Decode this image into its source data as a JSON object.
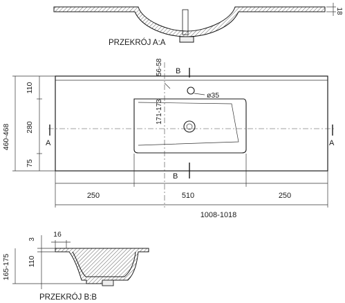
{
  "section_aa": {
    "title": "PRZEKRÓJ A:A",
    "thickness": "18"
  },
  "plan": {
    "top_margin_label": "56-58",
    "marker_b": "B",
    "marker_a": "A",
    "hole_diameter": "ø35",
    "bowl_depth_range": "171-173",
    "dim_110": "110",
    "dim_280": "280",
    "dim_75": "75",
    "dim_total_depth": "460-468",
    "dim_left": "250",
    "dim_center": "510",
    "dim_right": "250",
    "dim_total_width": "1008-1018"
  },
  "section_bb": {
    "title": "PRZEKRÓJ B:B",
    "dim_16": "16",
    "dim_3": "3",
    "dim_110": "110",
    "dim_height": "165-175"
  }
}
